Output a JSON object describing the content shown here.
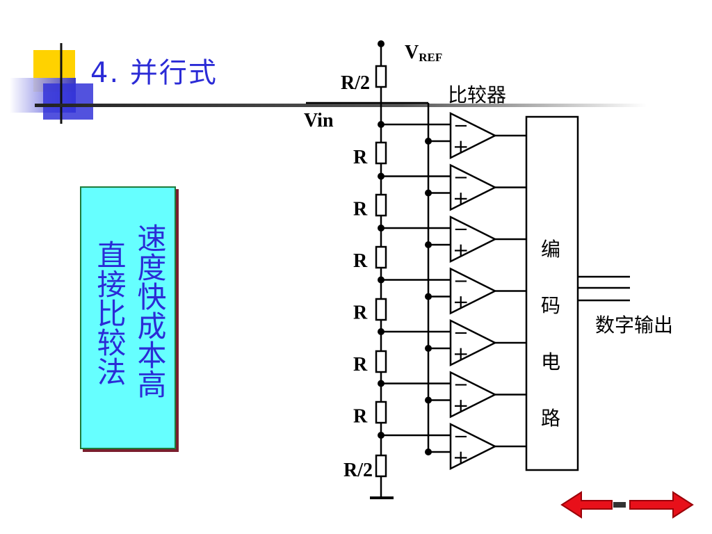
{
  "slide": {
    "title": "4.  并行式",
    "box_col1": "直接比较法",
    "box_col2": "速度快成本高"
  },
  "diagram": {
    "vref_main": "V",
    "vref_sub": "REF",
    "r_half_top": "R/2",
    "r_half_bottom": "R/2",
    "r_labels": [
      "R",
      "R",
      "R",
      "R",
      "R",
      "R"
    ],
    "vin_label": "Vin",
    "comparator_label": "比较器",
    "encoder_chars": [
      "编",
      "码",
      "电",
      "路"
    ],
    "output_label": "数字输出",
    "comparator_count": 7,
    "minus": "−",
    "plus": "+"
  },
  "nav": {
    "prev_icon": "arrow-left-icon",
    "next_icon": "arrow-right-icon",
    "arrow_color": "#e8101a"
  },
  "colors": {
    "title": "#2b2bd6",
    "box_fill": "#66ffff",
    "box_border": "#1e7a3a",
    "deco_yellow": "#ffd200",
    "deco_blue": "#3434d8"
  }
}
